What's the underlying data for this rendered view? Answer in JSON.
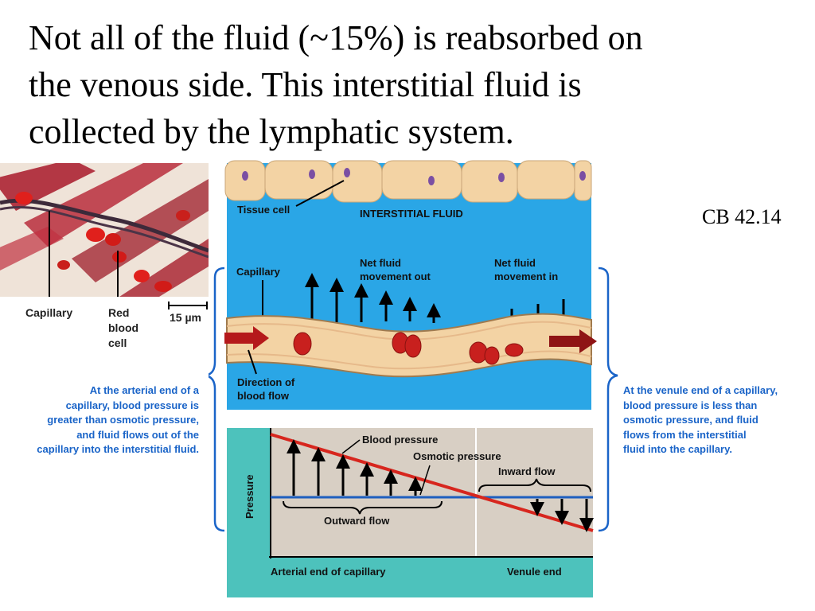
{
  "slide": {
    "title_lines": [
      "Not all of the fluid (~15%) is reabsorbed on",
      "the venous side.  This interstitial fluid is",
      "collected by the lymphatic system."
    ],
    "reference": "CB 42.14"
  },
  "micrograph": {
    "label_capillary": "Capillary",
    "label_red_blood_cell": [
      "Red",
      "blood",
      "cell"
    ],
    "scale_bar": "15 µm"
  },
  "top_diagram": {
    "tissue_cell": "Tissue cell",
    "interstitial_fluid": "INTERSTITIAL FLUID",
    "capillary": "Capillary",
    "net_out": [
      "Net fluid",
      "movement out"
    ],
    "net_in": [
      "Net fluid",
      "movement in"
    ],
    "direction": [
      "Direction of",
      "blood flow"
    ]
  },
  "bottom_diagram": {
    "blood_pressure": "Blood pressure",
    "osmotic_pressure": "Osmotic pressure",
    "inward_flow": "Inward flow",
    "outward_flow": "Outward flow",
    "y_axis": "Pressure",
    "x_left": "Arterial end of capillary",
    "x_right": "Venule end"
  },
  "notes": {
    "left": [
      "At the arterial end of a",
      "capillary, blood pressure is",
      "greater than osmotic pressure,",
      "and fluid flows out of the",
      "capillary into the interstitial fluid."
    ],
    "right": [
      "At the venule end of a capillary,",
      "blood pressure is less than",
      "osmotic pressure, and fluid",
      "flows from the interstitial",
      "fluid into the capillary."
    ]
  },
  "colors": {
    "fluid_blue": "#2aa6e6",
    "bracket_blue": "#1a64c8",
    "teal_panel": "#4dc2bc",
    "graph_bg": "#d8cfc4",
    "blood_pressure_line": "#d7261e",
    "osmotic_line": "#1e5fbf",
    "cell_tan": "#f3d3a4",
    "red_cell": "#c8201e"
  }
}
